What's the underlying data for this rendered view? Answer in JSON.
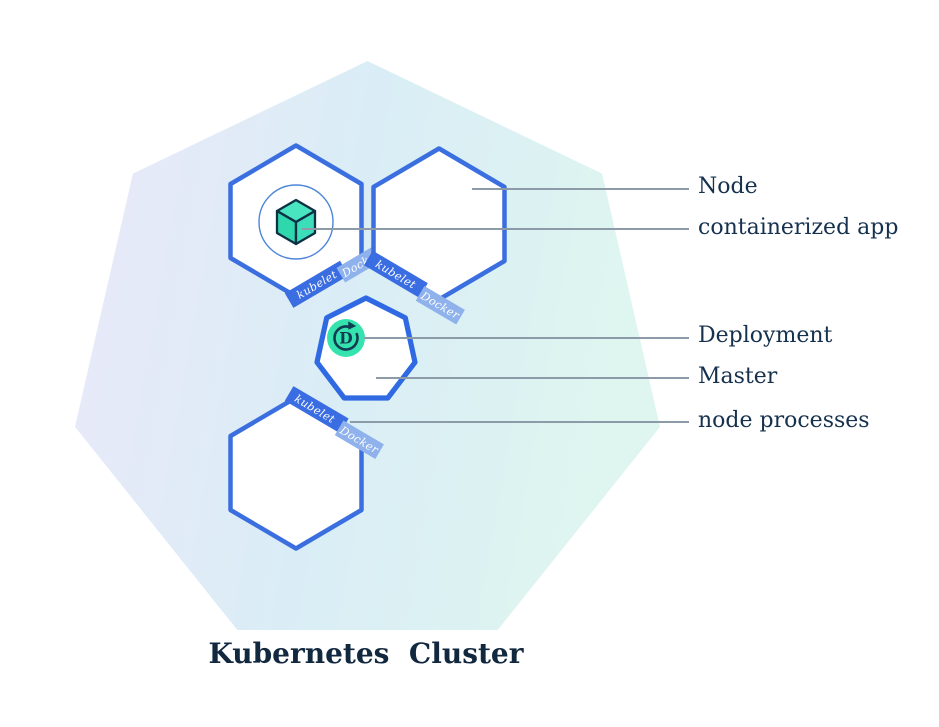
{
  "diagram": {
    "title": "Kubernetes  Cluster",
    "callouts": {
      "node": "Node",
      "containerized_app": "containerized app",
      "deployment": "Deployment",
      "master": "Master",
      "node_processes": "node processes"
    },
    "ribbon": {
      "kubelet": "kubelet",
      "docker": "Docker"
    },
    "master_icon": {
      "letter": "D"
    },
    "colors": {
      "hexagon_border_blue": "#3b6fe0",
      "master_border_blue": "#2f6ae3",
      "ribbon_band_blue": "#3a6ce2",
      "docker_chip_blue": "#8fb2ec",
      "deployment_teal": "#35e3ae",
      "cube_top": "#49e5c1",
      "cube_left": "#2fd7ad",
      "cube_right": "#3cdeb9",
      "cube_outline": "#0d3044",
      "callout_line_gray": "#8d9aa7",
      "label_navy": "#16314e",
      "cluster_gradient_left": "#e8e9f8",
      "cluster_gradient_right": "#def6ef"
    }
  }
}
